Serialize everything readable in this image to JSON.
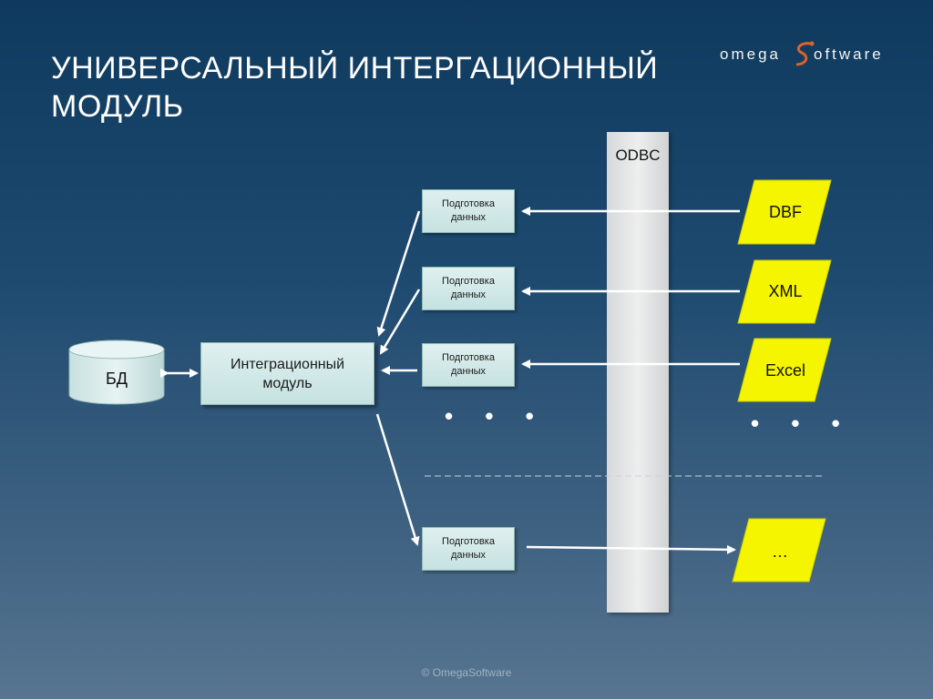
{
  "slide": {
    "title": "УНИВЕРСАЛЬНЫЙ ИНТЕРГАЦИОННЫЙ МОДУЛЬ",
    "copyright": "© OmegaSoftware"
  },
  "logo": {
    "part1": "omega",
    "part2": "oftware",
    "colors": {
      "mark": "#e0602a",
      "text": "#f4f4f4"
    }
  },
  "diagram": {
    "database": {
      "label": "БД"
    },
    "integration_module": {
      "label": "Интеграционный модуль"
    },
    "odbc": {
      "label": "ODBC"
    },
    "prep_blocks": [
      {
        "label": "Подготовка данных"
      },
      {
        "label": "Подготовка данных"
      },
      {
        "label": "Подготовка данных"
      },
      {
        "label": "Подготовка данных"
      }
    ],
    "sources": [
      {
        "label": "DBF"
      },
      {
        "label": "XML"
      },
      {
        "label": "Excel"
      },
      {
        "label": "…"
      }
    ],
    "ellipsis_left": "• • •",
    "ellipsis_right": "• • •",
    "colors": {
      "source_fill": "#f5f500",
      "source_border": "#cfcf00",
      "box_fill": "#d4ebea",
      "arrow": "#ffffff"
    }
  }
}
